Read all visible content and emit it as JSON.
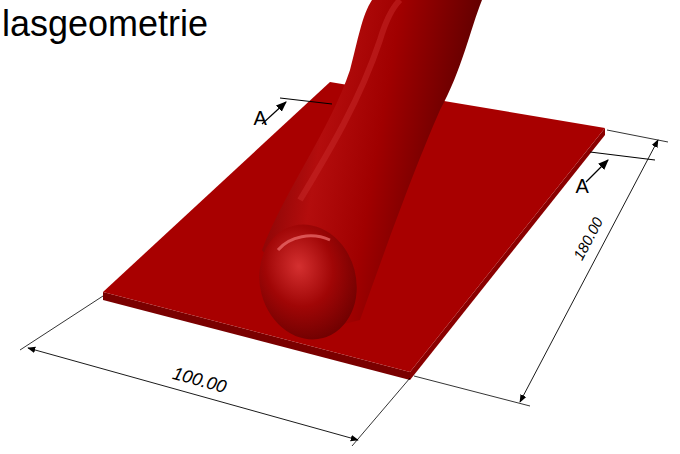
{
  "diagram": {
    "title": "lasgeometrie",
    "labels": [
      "A",
      "A",
      "100.00",
      "180.00"
    ]
  }
}
